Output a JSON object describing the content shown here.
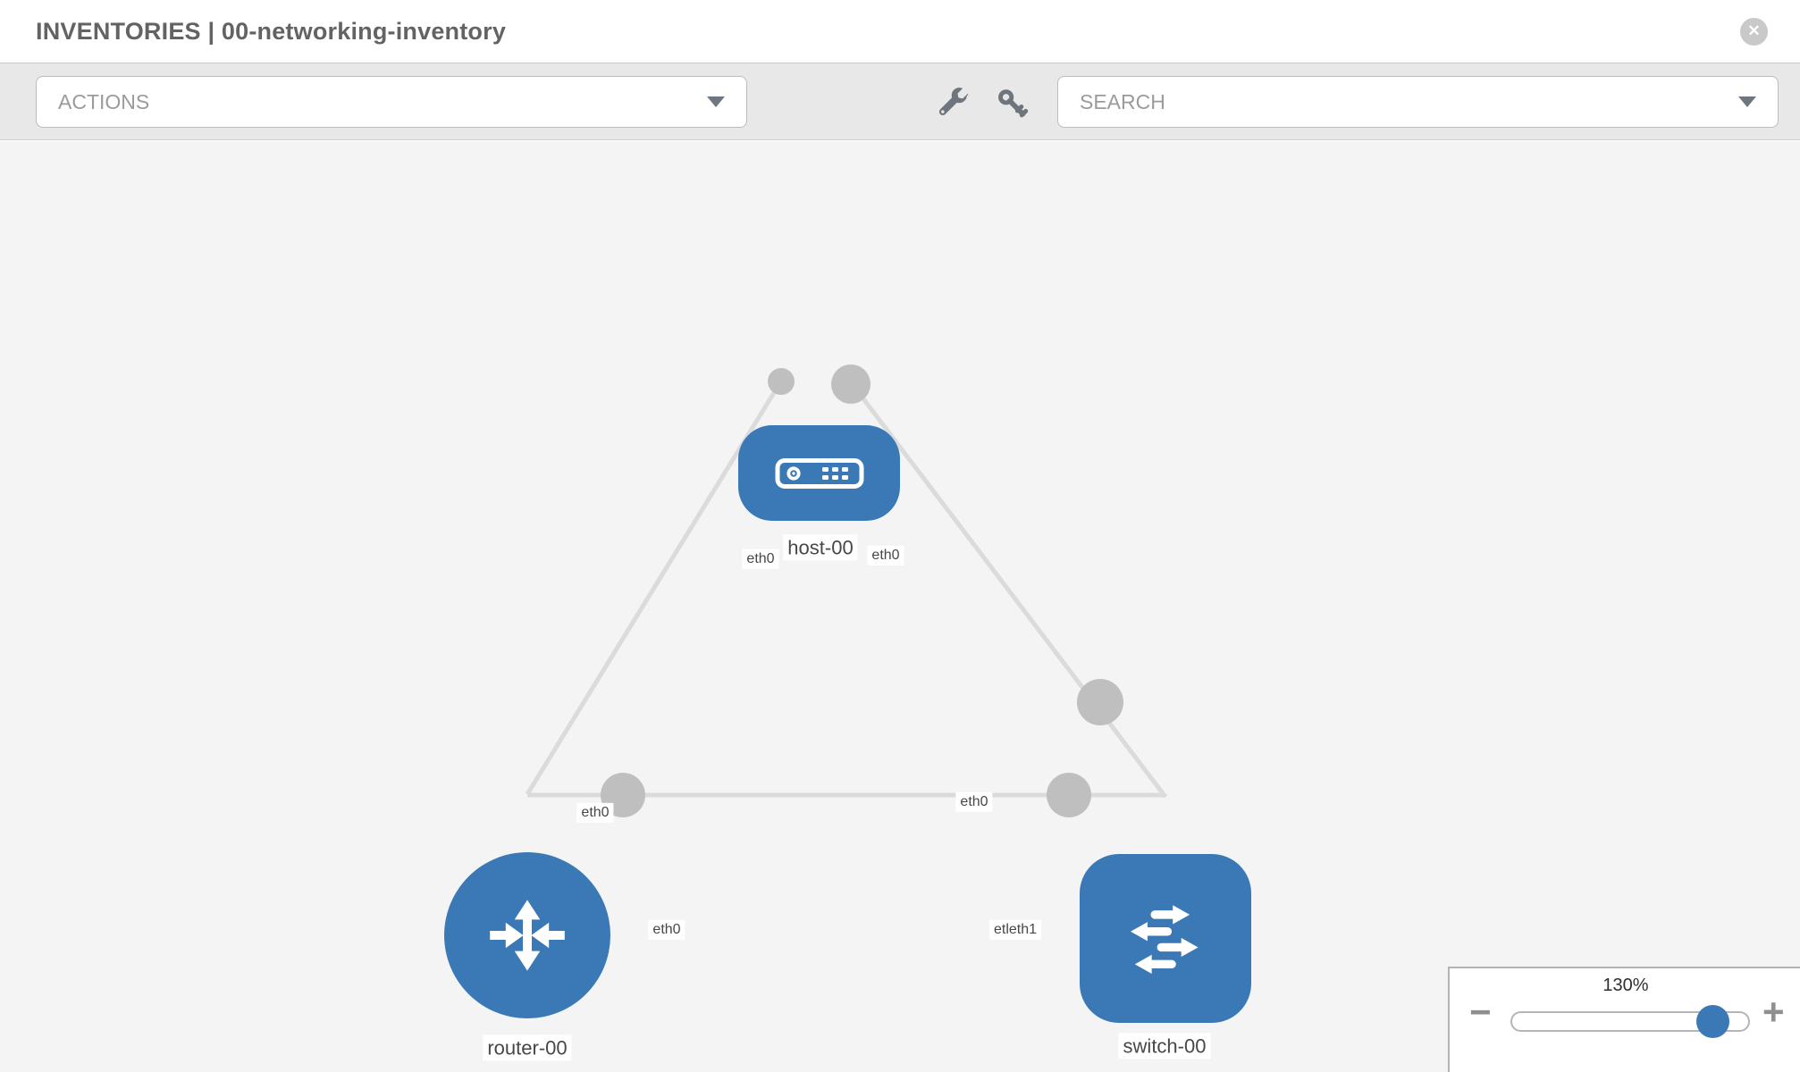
{
  "header": {
    "title": "INVENTORIES | 00-networking-inventory"
  },
  "toolbar": {
    "actions_label": "ACTIONS",
    "search_label": "SEARCH"
  },
  "topology": {
    "nodes": [
      {
        "label": "host-00",
        "type": "host"
      },
      {
        "label": "router-00",
        "type": "router"
      },
      {
        "label": "switch-00",
        "type": "switch"
      }
    ],
    "interfaces": {
      "host_left": "eth0",
      "host_right": "eth0",
      "router_top": "eth0",
      "switch_top": "eth0",
      "router_right": "eth0",
      "switch_left": "etleth1"
    },
    "links": [
      {
        "from": "host-00",
        "to": "router-00",
        "from_interface": "eth0",
        "to_interface": "eth0"
      },
      {
        "from": "host-00",
        "to": "switch-00",
        "from_interface": "eth0",
        "to_interface": "eth0"
      },
      {
        "from": "router-00",
        "to": "switch-00",
        "from_interface": "eth0",
        "to_interface": "eth1"
      }
    ]
  },
  "zoom": {
    "level": "130%",
    "minus_label": "−",
    "plus_label": "+"
  },
  "colors": {
    "node_blue": "#3a79b5",
    "link_gray": "#dbdbdb",
    "port_gray": "#bfbfbf",
    "toolbar_bg": "#e8e8e8",
    "canvas_bg": "#f4f4f4"
  }
}
